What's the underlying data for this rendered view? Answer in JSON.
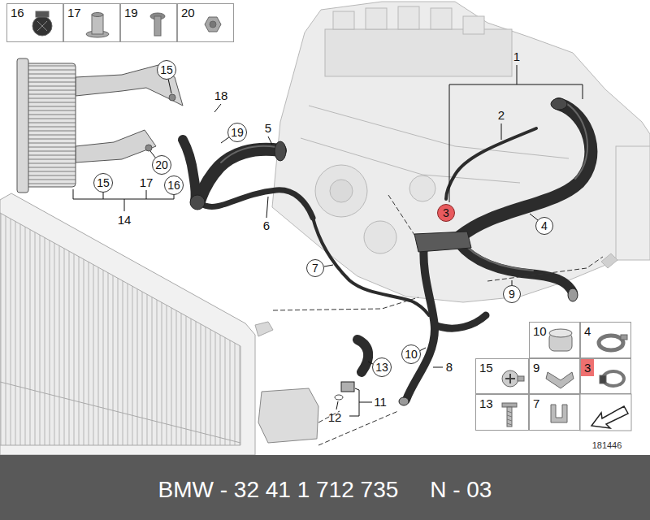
{
  "diagram": {
    "caption": "BMW - 32 41 1 712 735     N - 03",
    "nodes": [
      {
        "text": [
          "16"
        ]
      },
      {
        "text": [
          "17"
        ]
      },
      {
        "text": [
          "19"
        ]
      },
      {
        "text": [
          "20"
        ]
      },
      {
        "text": [
          "15"
        ]
      },
      {
        "text": [
          "19"
        ]
      },
      {
        "text": [
          "15"
        ]
      },
      {
        "text": [
          "20"
        ]
      },
      {
        "text": [
          "16"
        ]
      },
      {
        "text": [
          "3"
        ]
      },
      {
        "text": [
          "4"
        ]
      },
      {
        "text": [
          "7"
        ]
      },
      {
        "text": [
          "9"
        ]
      },
      {
        "text": [
          "10"
        ]
      },
      {
        "text": [
          "13"
        ]
      },
      {
        "text": [
          "10"
        ]
      },
      {
        "text": [
          "4"
        ]
      },
      {
        "text": [
          "15"
        ]
      },
      {
        "text": [
          "9"
        ]
      },
      {
        "text": [
          "3"
        ]
      },
      {
        "text": [
          "13"
        ]
      },
      {
        "text": [
          "7"
        ]
      }
    ],
    "labels": [
      "1",
      "18",
      "2",
      "5",
      "14",
      "17",
      "6",
      "8",
      "11",
      "12",
      "181446"
    ]
  }
}
